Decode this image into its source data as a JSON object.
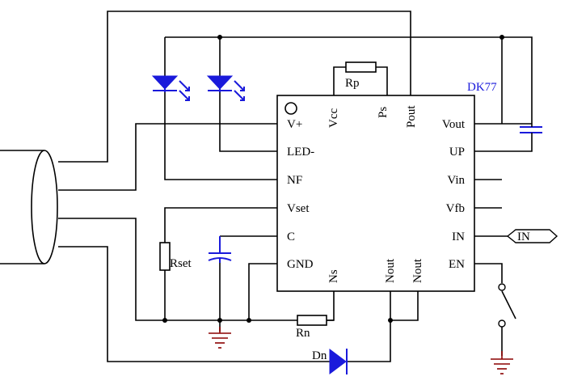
{
  "chip": {
    "name": "DK77",
    "pins_left": [
      "V+",
      "LED-",
      "NF",
      "Vset",
      "C",
      "GND"
    ],
    "pins_right": [
      "Vout",
      "UP",
      "Vin",
      "Vfb",
      "IN",
      "EN"
    ],
    "pins_top": [
      "Vcc",
      "Ps",
      "Pout"
    ],
    "pins_bottom": [
      "Ns",
      "Nout",
      "Nout"
    ]
  },
  "components": {
    "rp": "Rp",
    "rset": "Rset",
    "rn": "Rn",
    "dn": "Dn",
    "in_port": "IN"
  }
}
